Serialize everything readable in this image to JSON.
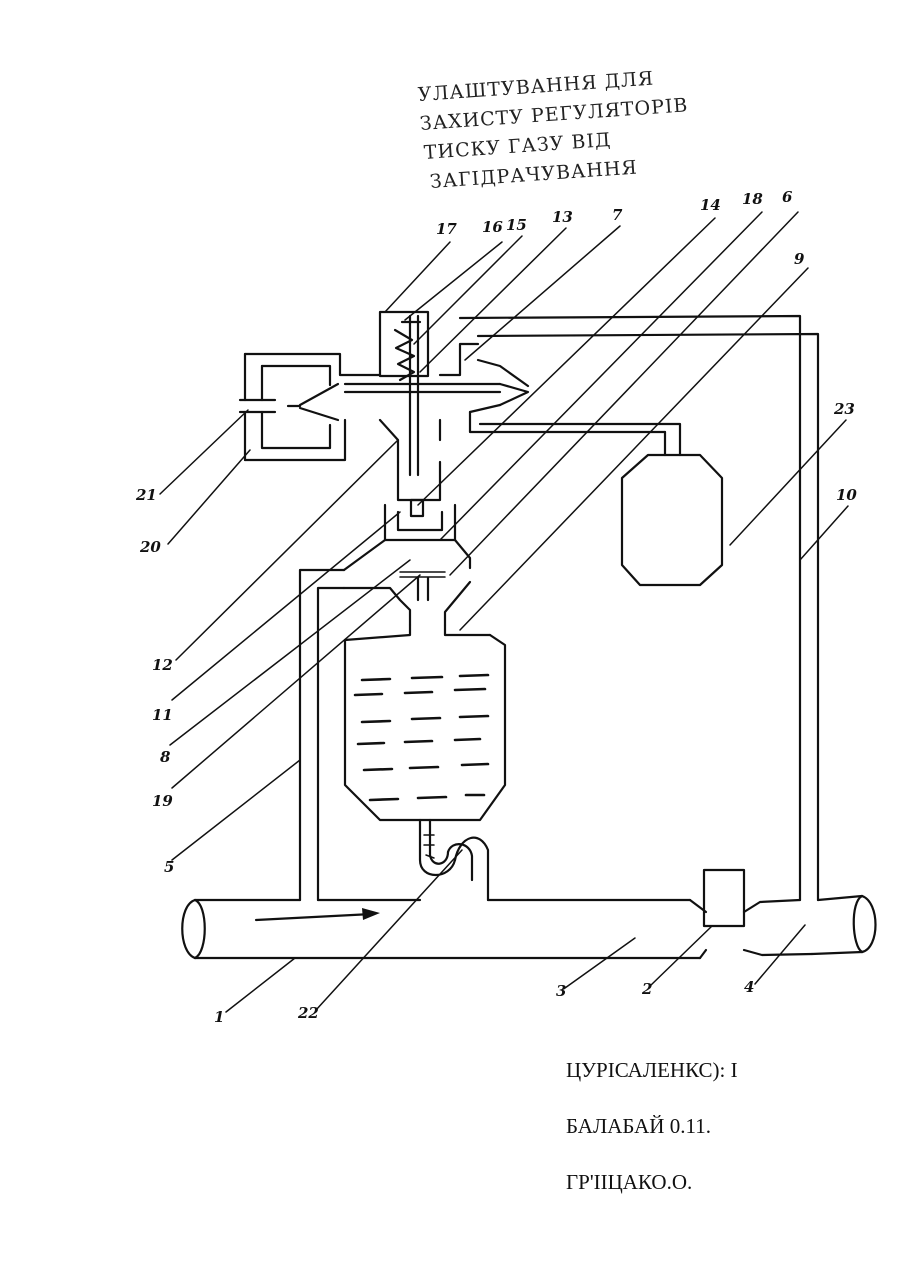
{
  "title": {
    "lines": [
      "УЛАШТУВАННЯ ДЛЯ",
      "ЗАХИСТУ РЕГУЛЯТОРІВ",
      "ТИСКУ ГАЗУ ВІД",
      "ЗАГІДРАЧУВАННЯ"
    ]
  },
  "labels": {
    "l1": "1",
    "l2": "2",
    "l3": "3",
    "l4": "4",
    "l5": "5",
    "l6": "6",
    "l7": "7",
    "l8": "8",
    "l9": "9",
    "l10": "10",
    "l11": "11",
    "l12": "12",
    "l13": "13",
    "l14": "14",
    "l15": "15",
    "l16": "16",
    "l17": "17",
    "l18": "18",
    "l19": "19",
    "l20": "20",
    "l21": "21",
    "l22": "22",
    "l23": "23"
  },
  "authors": [
    "ЦУРІСАЛЕНКС): І",
    "БАЛАБАЙ 0.11.",
    "ГР'IIЦАКО.О."
  ]
}
